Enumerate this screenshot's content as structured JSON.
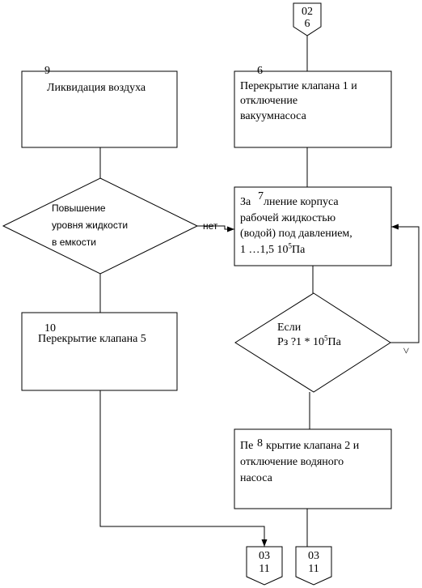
{
  "connectors": {
    "top": {
      "line1": "02",
      "line2": "6"
    },
    "bottom_left": {
      "line1": "03",
      "line2": "11"
    },
    "bottom_right": {
      "line1": "03",
      "line2": "11"
    }
  },
  "blocks": {
    "b9": {
      "num": "9",
      "line1": "Ликвидация воздуха"
    },
    "b6": {
      "num": "6",
      "line1": "Перекрытие клапана 1 и",
      "line2": "отключение",
      "line3": "вакуумнасоса"
    },
    "b7": {
      "num": "7",
      "line1_a": "За",
      "line1_b": "лнение корпуса",
      "line2": "рабочей жидкостью",
      "line3": "(водой) под давлением,",
      "line4_a": "1 …1,5 10",
      "line4_sup": "5",
      "line4_b": "Па"
    },
    "b10": {
      "num": "10",
      "line1": "Перекрытие клапана 5"
    },
    "b8": {
      "num": "8",
      "line1_a": "Пе",
      "line1_b": "крытие клапана 2 и",
      "line2": "отключение водяного",
      "line3": "насоса"
    }
  },
  "decisions": {
    "left": {
      "line1": "Повышение",
      "line2": "уровня жидкости",
      "line3": "в емкости",
      "branch_label": "нет"
    },
    "right": {
      "line1": "Если",
      "line2_a": "Рз ?1 * 10",
      "line2_sup": "5",
      "line2_b": "Па",
      "branch_label": "<"
    }
  }
}
